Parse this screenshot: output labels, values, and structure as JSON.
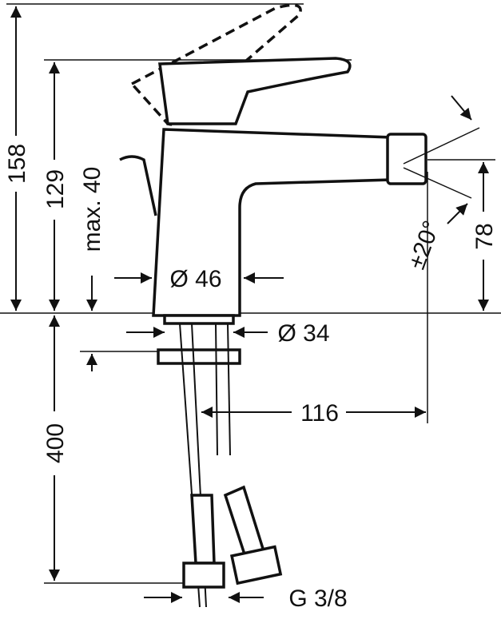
{
  "drawing": {
    "dimensions": {
      "overall_height": "158",
      "spout_height": "129",
      "max_deck_thickness": "max. 40",
      "body_diameter": "Ø 46",
      "shank_diameter": "Ø 34",
      "projection": "116",
      "hose_length": "400",
      "connection_thread": "G 3/8",
      "swivel_angle": "±20°",
      "outlet_height": "78"
    },
    "colors": {
      "line": "#111111",
      "background": "#ffffff"
    }
  }
}
